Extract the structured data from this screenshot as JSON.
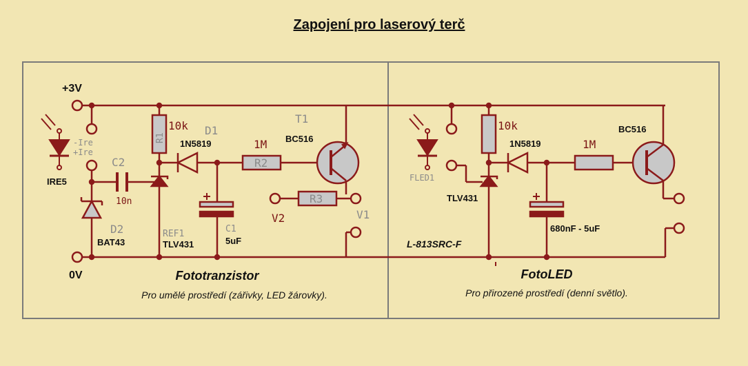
{
  "title": "Zapojení pro laserový terč",
  "colors": {
    "background": "#f2e6b3",
    "wire": "#8b1a1a",
    "component_fill": "#c8c8c8",
    "frame": "#7a7a7a"
  },
  "left": {
    "rail_top": "+3V",
    "rail_bottom": "0V",
    "ir_sensor": "IRE5",
    "ir_minus": "-Ire",
    "ir_plus": "+Ire",
    "c2_name": "C2",
    "c2_value": "10n",
    "d2_name": "D2",
    "d2_value": "BAT43",
    "r1_name": "R1",
    "r1_value": "10k",
    "ref1_name": "REF1",
    "ref1_value": "TLV431",
    "d1_name": "D1",
    "d1_value": "1N5819",
    "r2_name": "R2",
    "r2_value": "1M",
    "t1_name": "T1",
    "t1_value": "BC516",
    "r3_name": "R3",
    "v2": "V2",
    "v1": "V1",
    "c1_name": "C1",
    "c1_value": "5uF",
    "heading": "Fototranzistor",
    "description": "Pro umělé prostředí (zářivky, LED žárovky)."
  },
  "right": {
    "fled": "FLED1",
    "r_value": "10k",
    "diode": "1N5819",
    "r_1m": "1M",
    "transistor": "BC516",
    "ref": "TLV431",
    "cap": "680nF - 5uF",
    "led_part": "L-813SRC-F",
    "heading": "FotoLED",
    "description": "Pro přirozené prostředí (denní světlo)."
  }
}
